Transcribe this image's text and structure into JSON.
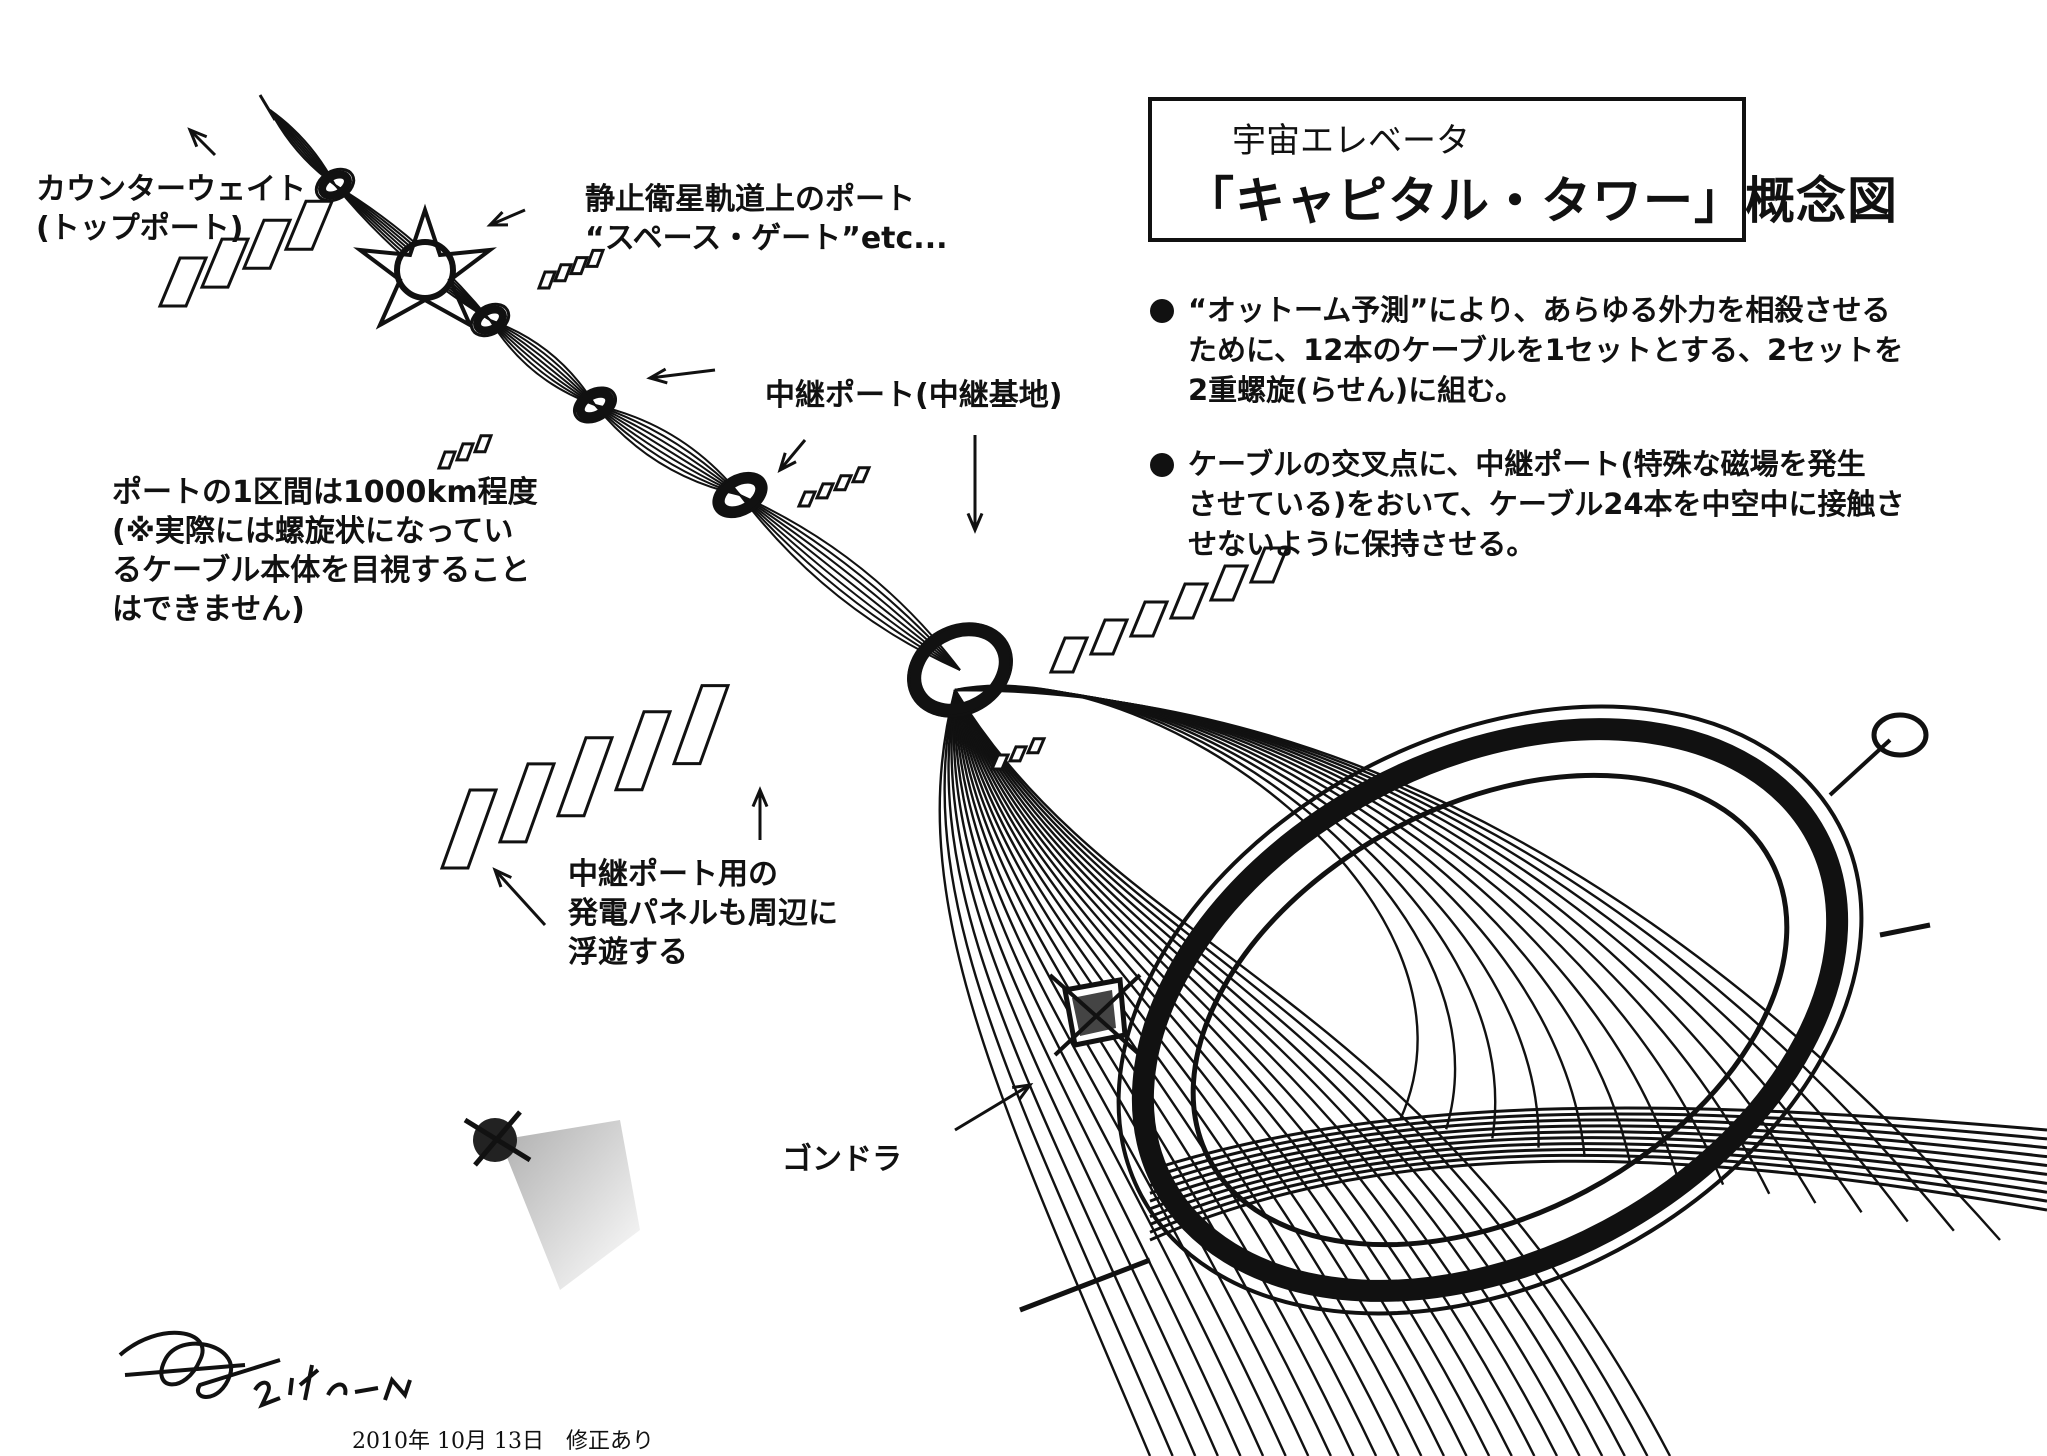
{
  "title": {
    "subtitle": "宇宙エレベータ",
    "main": "「キャピタル・タワー」概念図"
  },
  "notes": [
    {
      "text": "“オットーム予測”により、あらゆる外力を相殺させる\nために、12本のケーブルを1セットとする、2セットを\n2重螺旋(らせん)に組む。"
    },
    {
      "text": "ケーブルの交叉点に、中継ポート(特殊な磁場を発生\nさせている)をおいて、ケーブル24本を中空中に接触さ\nせないように保持させる。"
    }
  ],
  "labels": {
    "counterweight": "カウンターウェイト\n(トップポート)",
    "geo_port": "静止衛星軌道上のポート\n“スペース・ゲート”etc...",
    "relay_port": "中継ポート(中継基地)",
    "section": "ポートの1区間は1000km程度\n(※実際には螺旋状になってい\nるケーブル本体を目視すること\nはできません)",
    "panels": "中継ポート用の\n発電パネルも周辺に\n浮遊する",
    "gondola": "ゴンドラ"
  },
  "footer": {
    "date_note": "2010年 10月 13日　修正あり"
  }
}
